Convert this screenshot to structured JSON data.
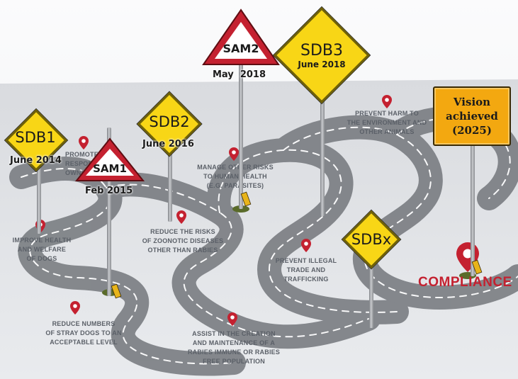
{
  "colors": {
    "road": "#7a7d82",
    "road_lane": "#ffffff",
    "pin": "#c42130",
    "sign_yellow": "#f8d616",
    "triangle_red": "#c42130",
    "vision_orange": "#f3a810"
  },
  "milestones": {
    "sdb1": {
      "title": "SDB1",
      "date": "June 2014"
    },
    "sam1": {
      "title": "SAM1",
      "date": "Feb 2015"
    },
    "sdb2": {
      "title": "SDB2",
      "date": "June 2016"
    },
    "sam2": {
      "title": "SAM2",
      "date": "May  2018"
    },
    "sdb3": {
      "title": "SDB3",
      "date": "June 2018"
    },
    "sdbx": {
      "title": "SDBx"
    },
    "vision": {
      "line1": "Vision",
      "line2": "achieved",
      "line3": "(2025)"
    }
  },
  "road_labels": {
    "improve": [
      "IMPROVE HEALTH",
      "AND WELFARE",
      "OF DOGS"
    ],
    "promote": [
      "PROMOTE",
      "RESPONSIBLE",
      "OWNERSHIP"
    ],
    "reduce_stray": [
      "REDUCE NUMBERS",
      "OF STRAY DOGS TO AN",
      "ACCEPTABLE LEVEL"
    ],
    "reduce_risks": [
      "REDUCE THE RISKS",
      "OF ZOONOTIC DISEASES",
      "OTHER THAN RABIES"
    ],
    "manage": [
      "MANAGE OTHER RISKS",
      "TO HUMAN HEALTH",
      "(E.G. PARASITES)"
    ],
    "assist": [
      "ASSIST IN THE CREATION",
      "AND MAINTENANCE OF A",
      "RABIES IMMUNE OR RABIES",
      "FREE POPULATION"
    ],
    "prevent_trade": [
      "PREVENT ILLEGAL",
      "TRADE AND",
      "TRAFFICKING"
    ],
    "prevent_harm": [
      "PREVENT HARM TO",
      "THE ENVIRONMENT AND",
      "OTHER ANIMALS"
    ],
    "compliance": "COMPLIANCE"
  }
}
